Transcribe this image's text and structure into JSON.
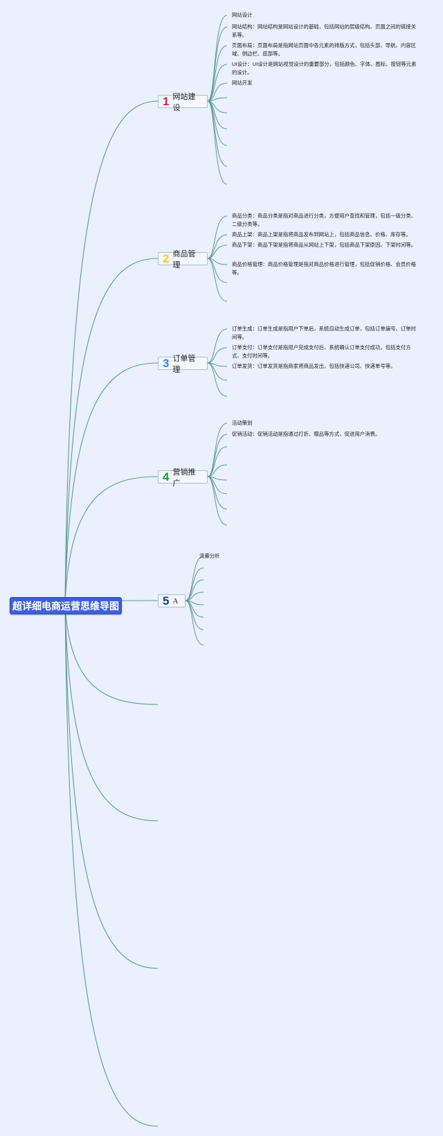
{
  "root": {
    "label": "超详细电商运营思维导图"
  },
  "branches": [
    {
      "number": "1",
      "label": "网站建设",
      "color": "#d81e4a",
      "items": [
        "网站设计",
        "网站结构：网站结构是网站设计的基础，包括网站的层级结构、页面之间的链接关系等。",
        "页面布局：页面布局是指网站页面中各元素的排版方式，包括头部、导航、内容区域、侧边栏、底部等。",
        "UI设计：UI设计是网站视觉设计的重要部分，包括颜色、字体、图标、按钮等元素的设计。",
        "网站开发"
      ]
    },
    {
      "number": "2",
      "label": "商品管理",
      "color": "#f2c922",
      "items": [
        "商品分类：商品分类是指对商品进行分类，方便用户查找和管理，包括一级分类、二级分类等。",
        "商品上架：商品上架是指将商品发布到网站上，包括商品信息、价格、库存等。",
        "商品下架：商品下架是指将商品从网站上下架，包括商品下架原因、下架时间等。",
        "商品价格管理：商品价格管理是指对商品价格进行管理，包括促销价格、会员价格等。"
      ]
    },
    {
      "number": "3",
      "label": "订单管理",
      "color": "#2b8fd6",
      "items": [
        "订单生成：订单生成是指用户下单后，系统自动生成订单，包括订单编号、订单时间等。",
        "订单支付：订单支付是指用户完成支付后，系统确认订单支付成功，包括支付方式、支付时间等。",
        "订单发货：订单发货是指商家将商品发出，包括快递公司、快递单号等。"
      ]
    },
    {
      "number": "4",
      "label": "营销推广",
      "color": "#1f9b3c",
      "items": [
        "活动策划",
        "促销活动：促销活动是指通过打折、赠品等方式，促进用户消费。"
      ]
    },
    {
      "number": "5",
      "label": "A",
      "color": "#1b3a7a",
      "items": [
        "流量分析"
      ]
    }
  ]
}
